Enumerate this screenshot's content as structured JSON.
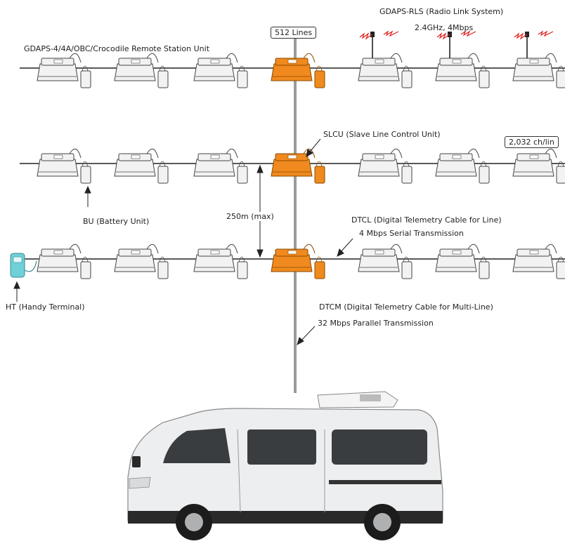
{
  "labels": {
    "rls_title": "GDAPS-RLS (Radio Link System)",
    "rls_spec": "2.4GHz, 4Mbps",
    "lines_badge": "512 Lines",
    "remote_unit": "GDAPS-4/4A/OBC/Crocodile  Remote Station Unit",
    "slcu": "SLCU (Slave Line Control Unit)",
    "channels_badge": "2,032 ch/lin",
    "spacing": "250m (max)",
    "bu": "BU (Battery Unit)",
    "dtcl": "DTCL (Digital Telemetry Cable for Line)",
    "dtcl_spec": "4 Mbps Serial Transmission",
    "ht": "HT (Handy Terminal)",
    "dtcm": "DTCM (Digital Telemetry  Cable for Multi-Line)",
    "dtcm_spec": "32 Mbps Parallel Transmission"
  },
  "colors": {
    "unit_fill": "#f2f2f2",
    "unit_stroke": "#444444",
    "slcu_fill": "#f08a1e",
    "slcu_stroke": "#8a4a00",
    "cable": "#222222",
    "mast": "#9a9a9a",
    "radio_wave": "#e02020",
    "van_body": "#eceef0",
    "handy_terminal": "#6fd0d8"
  },
  "icons": {
    "remote_unit": "remote-station-unit-icon",
    "slcu": "slcu-icon",
    "battery": "battery-unit-icon",
    "antenna": "radio-antenna-icon",
    "handy_terminal": "handy-terminal-icon",
    "vehicle": "recording-van-icon"
  }
}
